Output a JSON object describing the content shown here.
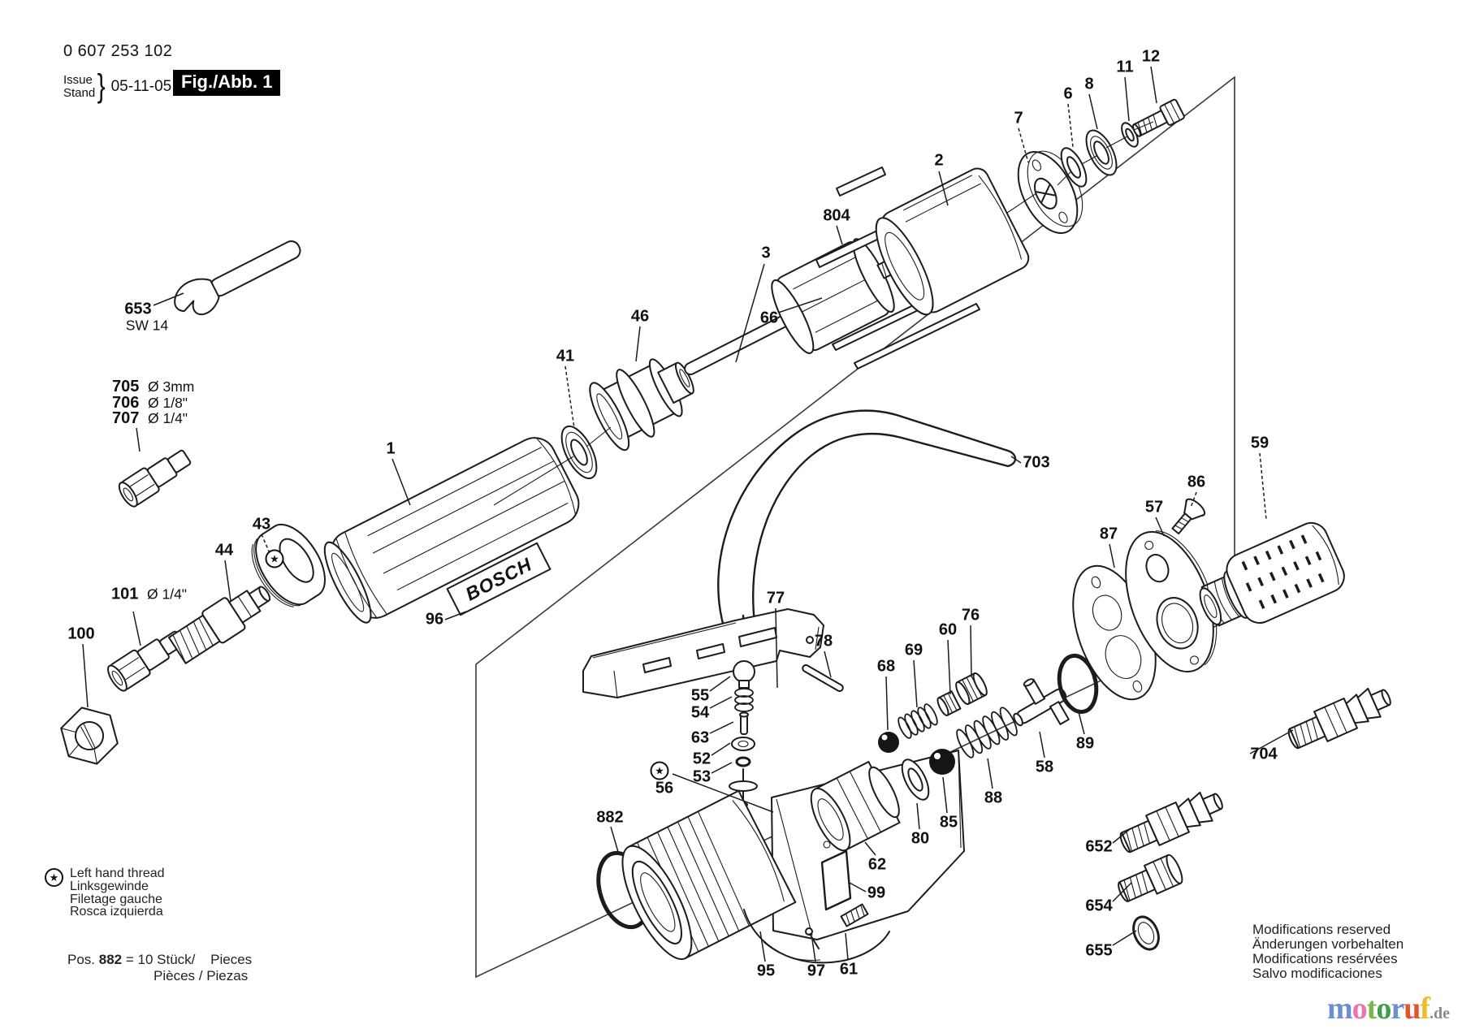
{
  "header": {
    "part_number": "0 607 253 102",
    "issue_label": "Issue",
    "stand_label": "Stand",
    "brace": "}",
    "issue_date": "05-11-05",
    "figure_label": "Fig./Abb. 1"
  },
  "drawing": {
    "bosch_plate": "BOSCH"
  },
  "icons": {
    "left_hand_thread_star": "★"
  },
  "labels": {
    "l1": "1",
    "l2": "2",
    "l3": "3",
    "l6": "6",
    "l7": "7",
    "l8": "8",
    "l11": "11",
    "l12": "12",
    "l41": "41",
    "l43": "43",
    "l44": "44",
    "l46": "46",
    "l52": "52",
    "l53": "53",
    "l54": "54",
    "l55": "55",
    "l56": "56",
    "l57": "57",
    "l58": "58",
    "l59": "59",
    "l60": "60",
    "l61": "61",
    "l62": "62",
    "l63": "63",
    "l66": "66",
    "l68": "68",
    "l69": "69",
    "l76": "76",
    "l77": "77",
    "l78": "78",
    "l80": "80",
    "l85": "85",
    "l86": "86",
    "l87": "87",
    "l88": "88",
    "l89": "89",
    "l95": "95",
    "l96": "96",
    "l97": "97",
    "l99": "99",
    "l100": "100",
    "l101": "101",
    "l652": "652",
    "l653": "653",
    "l654": "654",
    "l655": "655",
    "l703": "703",
    "l704": "704",
    "l705": "705",
    "l706": "706",
    "l707": "707",
    "l804": "804",
    "l882": "882"
  },
  "notes": {
    "sw14": "SW 14",
    "d705": "Ø 3mm",
    "d706": "Ø 1/8\"",
    "d707": "Ø 1/4\"",
    "d101": "Ø 1/4\""
  },
  "legend": {
    "left_hand_thread": [
      "Left hand thread",
      "Linksgewinde",
      "Filetage gauche",
      "Rosca izquierda"
    ],
    "pos_prefix": "Pos.",
    "pos_id": "882",
    "pos_equals": "= 10 Stück/",
    "pos_pieces": "Pieces",
    "pos_pieces2": "Pièces / Piezas"
  },
  "footer": {
    "modifications": [
      "Modifications reserved",
      "Änderungen vorbehalten",
      "Modifications resérvées",
      "Salvo modificaciones"
    ]
  },
  "logo": {
    "letters": [
      {
        "ch": "m",
        "color": "#6b8fd0"
      },
      {
        "ch": "o",
        "color": "#ea74b2"
      },
      {
        "ch": "t",
        "color": "#7ab648"
      },
      {
        "ch": "o",
        "color": "#3e9e49"
      },
      {
        "ch": "r",
        "color": "#6b8fd0"
      },
      {
        "ch": "u",
        "color": "#e2542b"
      },
      {
        "ch": "f",
        "color": "#eebc2a"
      }
    ],
    "suffix": ".de",
    "suffix_color": "#8a8a8a"
  }
}
